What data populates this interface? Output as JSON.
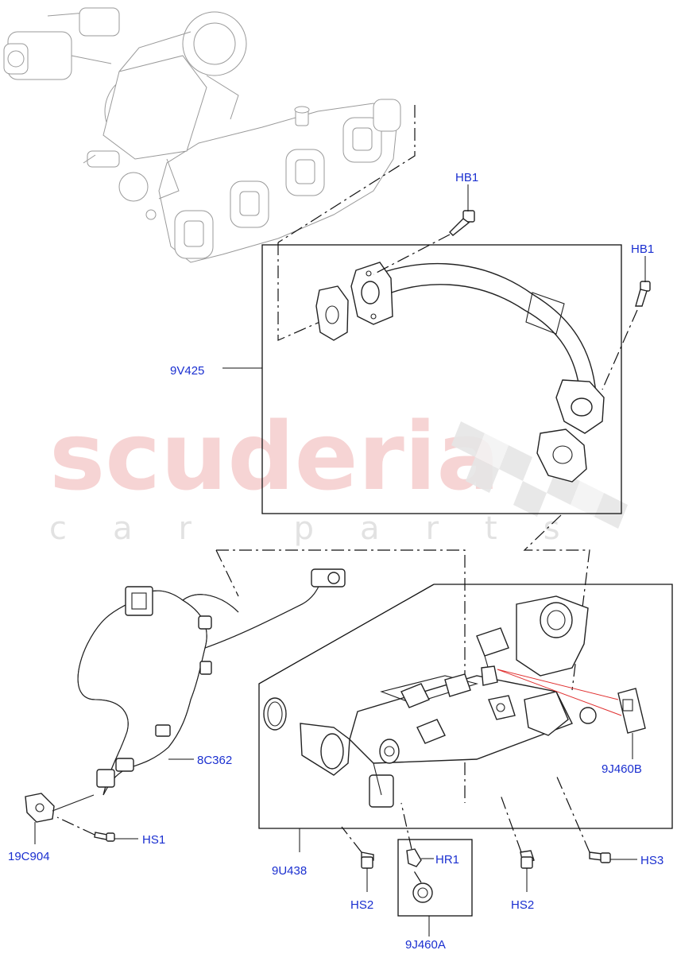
{
  "watermark": {
    "brand": "scuderia",
    "tagline": "car parts"
  },
  "labels": {
    "hb1_top": "HB1",
    "hb1_right": "HB1",
    "9v425": "9V425",
    "9j460b": "9J460B",
    "8c362": "8C362",
    "19c904": "19C904",
    "hs1": "HS1",
    "9u438": "9U438",
    "hs2_left": "HS2",
    "hr1": "HR1",
    "hs2_right": "HS2",
    "hs3": "HS3",
    "9j460a": "9J460A"
  },
  "colors": {
    "label": "#1a2fd0",
    "line": "#111111",
    "watermark": "#f4c6c6",
    "highlight": "#e03030"
  }
}
